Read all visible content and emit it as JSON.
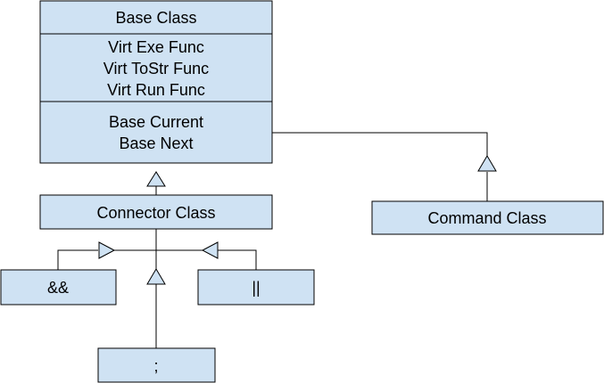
{
  "base": {
    "title": "Base Class",
    "methods": [
      "Virt Exe Func",
      "Virt ToStr Func",
      "Virt Run Func"
    ],
    "members": [
      "Base Current",
      "Base Next"
    ]
  },
  "connector": {
    "title": "Connector Class"
  },
  "command": {
    "title": "Command Class"
  },
  "and_op": {
    "label": "&&"
  },
  "or_op": {
    "label": "||"
  },
  "semi_op": {
    "label": ";"
  },
  "colors": {
    "box_fill": "#cfe2f3",
    "stroke": "#000000"
  }
}
